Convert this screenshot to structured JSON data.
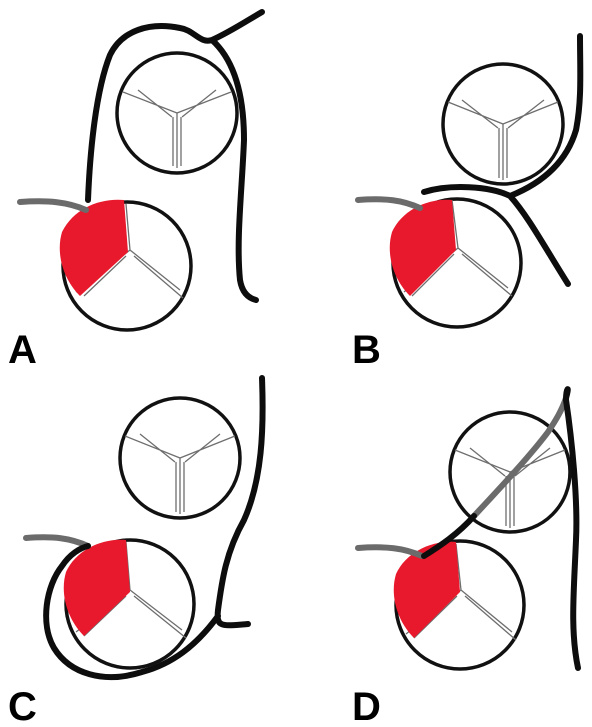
{
  "colors": {
    "background": "#ffffff",
    "valve_outline": "#111111",
    "commissure_lines": "#6e6e6e",
    "highlighted_cusp": "#e8192c",
    "vessel_course": "#0d0d0d",
    "vessel_stub": "#6b6b6b"
  },
  "panels": [
    {
      "label": "A"
    },
    {
      "label": "B"
    },
    {
      "label": "C"
    },
    {
      "label": "D"
    }
  ]
}
